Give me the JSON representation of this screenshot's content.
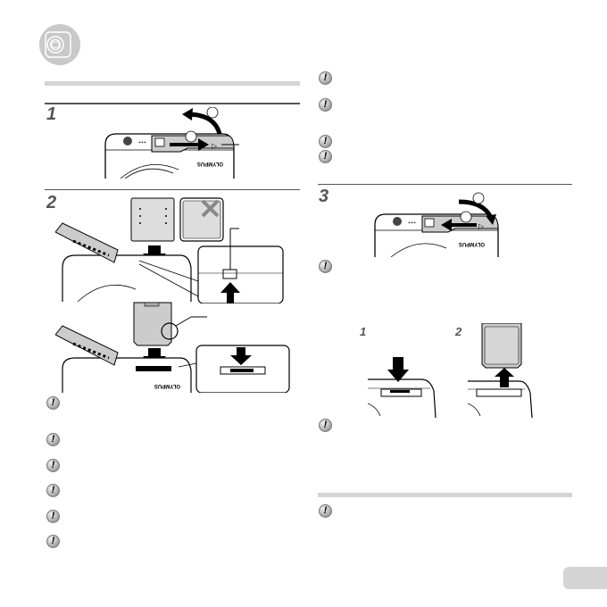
{
  "page": {
    "type": "camera-manual-page",
    "brand_mark_on_illustrations": "OLYMPUS",
    "colors": {
      "section_icon_bg": "#c9c9c9",
      "header_bar": "#d4d4d4",
      "step_rule": "#555555",
      "step_number": "#555555",
      "page_tab": "#d4d4d4"
    }
  },
  "left_column": {
    "steps": [
      {
        "number": "1",
        "illustration": "open-battery-card-cover",
        "callouts": [
          "",
          ""
        ]
      },
      {
        "number": "2",
        "illustration": "insert-battery-and-card",
        "callouts": [
          "",
          ""
        ]
      }
    ],
    "warning_icon_glyph": "!",
    "warnings_count": 6
  },
  "right_column": {
    "warning_icon_glyph": "!",
    "warnings_top_count": 4,
    "steps": [
      {
        "number": "3",
        "illustration": "close-battery-card-cover",
        "callouts": [
          "",
          ""
        ]
      }
    ],
    "card_removal": {
      "substeps": [
        {
          "number": "1",
          "illustration": "push-card-in"
        },
        {
          "number": "2",
          "illustration": "pull-card-out"
        }
      ]
    },
    "warnings_bottom_count": 2
  }
}
